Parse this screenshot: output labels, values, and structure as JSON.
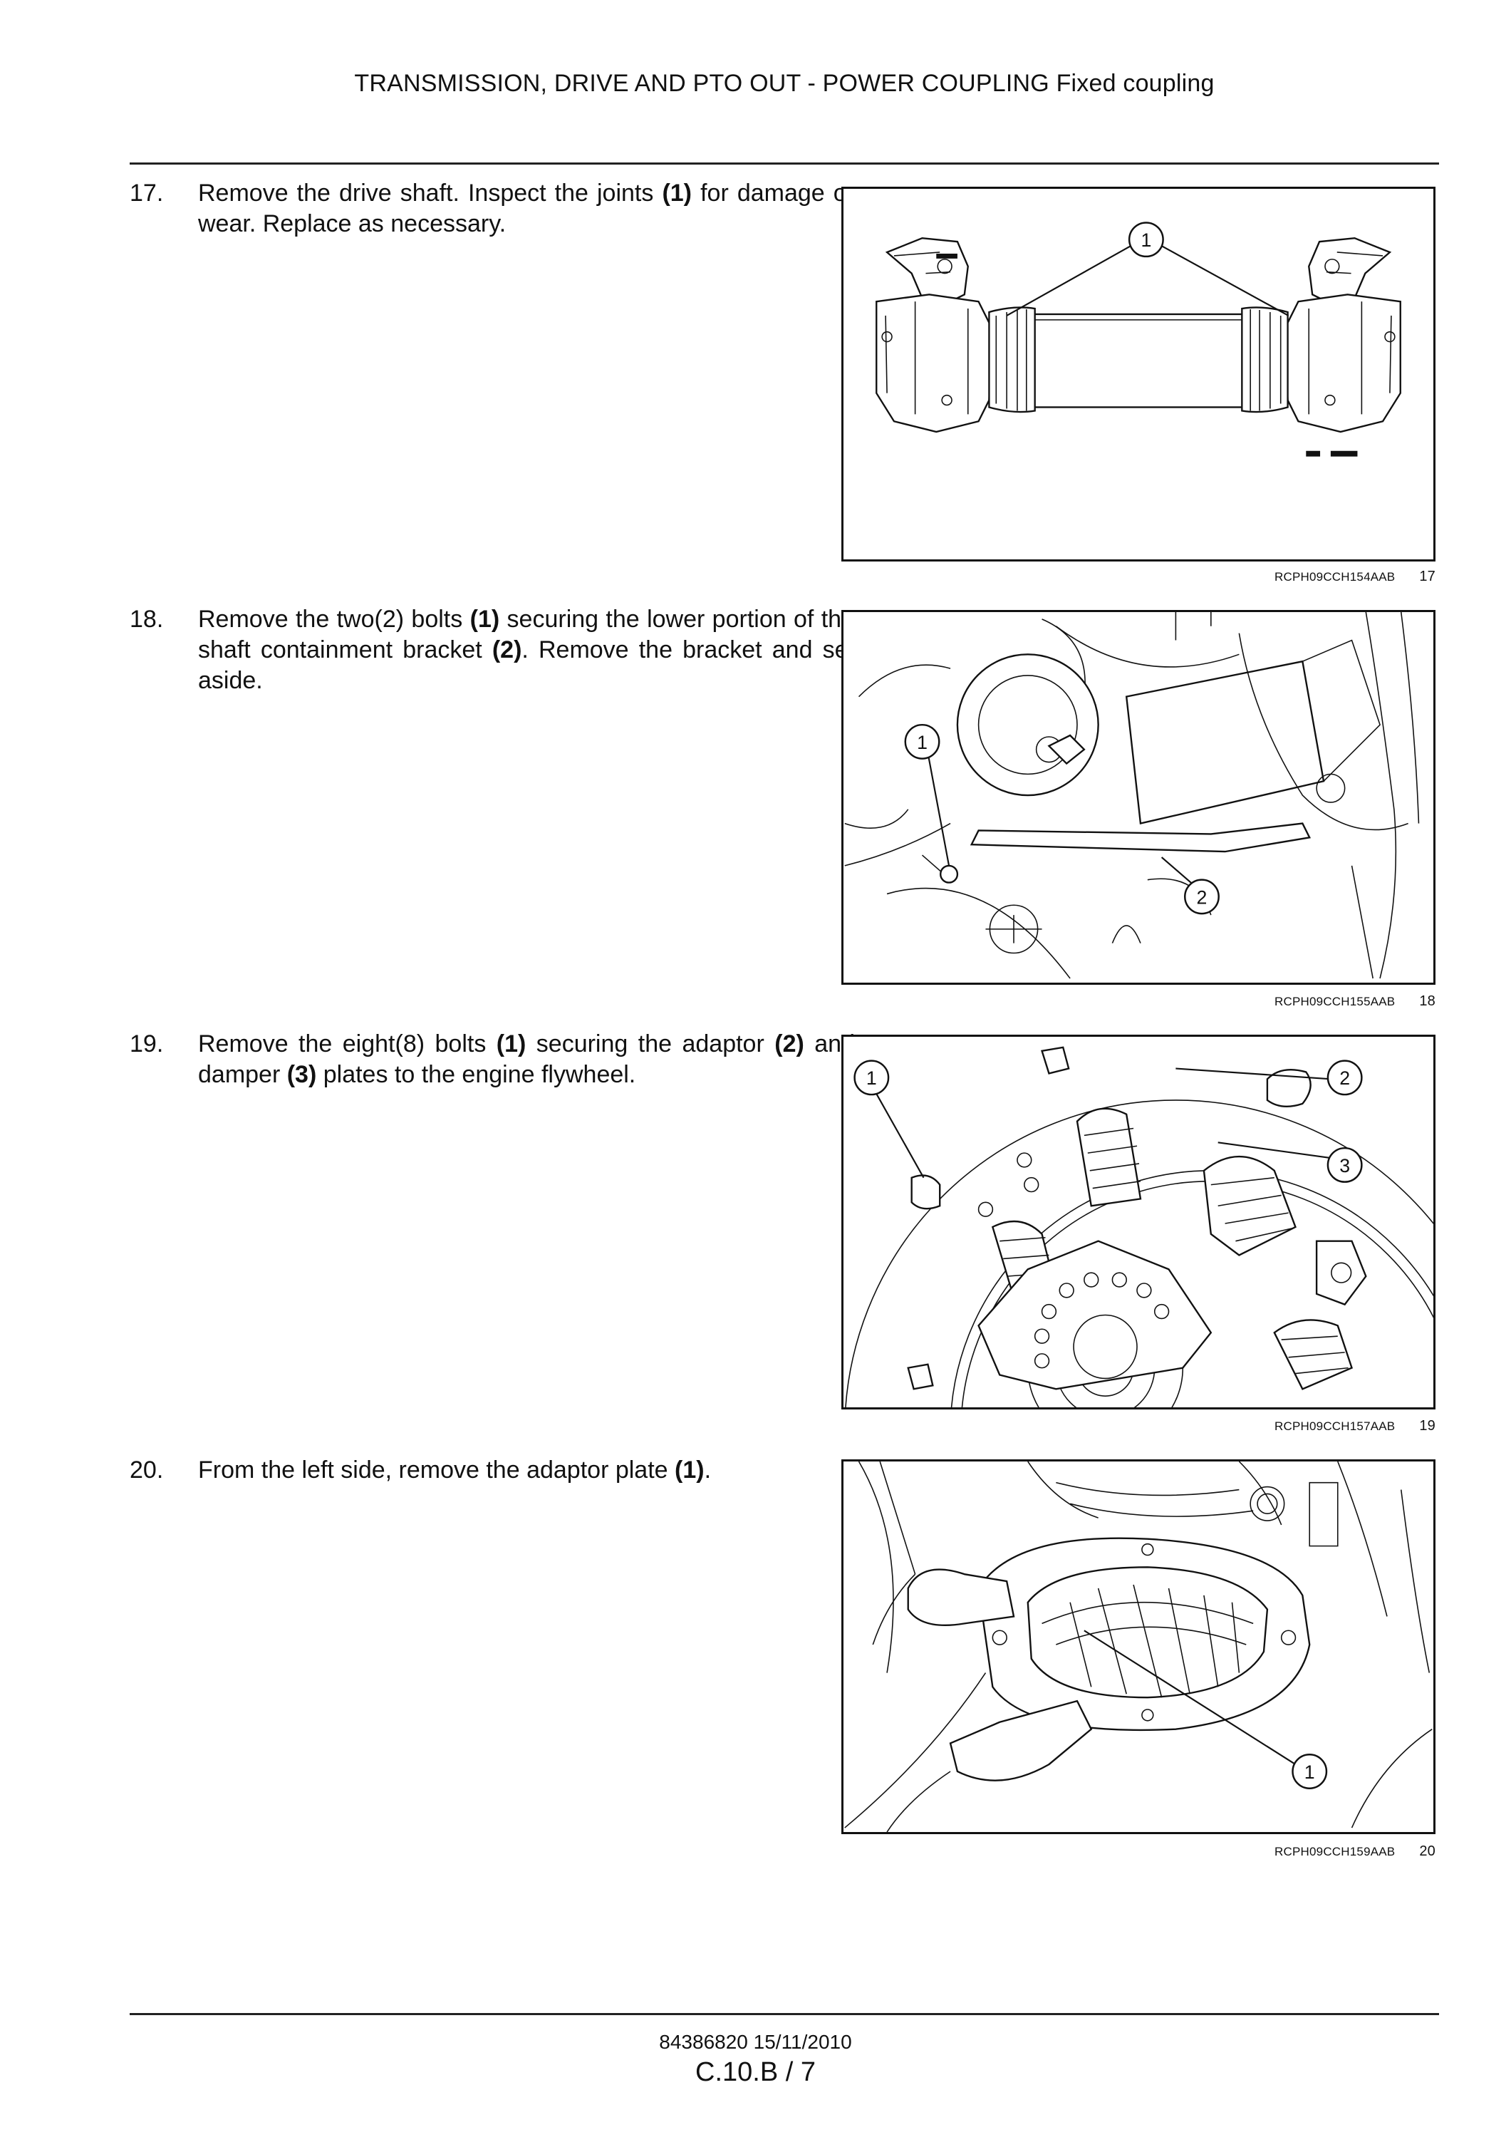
{
  "header": {
    "title": "TRANSMISSION, DRIVE AND PTO OUT - POWER COUPLING Fixed coupling"
  },
  "steps": [
    {
      "number": "17.",
      "segments": [
        "Remove the drive shaft.  Inspect the joints ",
        "(1)",
        " for damage or wear. Replace as necessary."
      ],
      "figure": {
        "code": "RCPH09CCH154AAB",
        "number": "17",
        "callouts": [
          "1"
        ]
      }
    },
    {
      "number": "18.",
      "segments": [
        "Remove the two(2) bolts ",
        "(1)",
        " securing the lower portion of the shaft containment bracket ",
        "(2)",
        ".  Remove the bracket and set aside."
      ],
      "figure": {
        "code": "RCPH09CCH155AAB",
        "number": "18",
        "callouts": [
          "1",
          "2"
        ]
      }
    },
    {
      "number": "19.",
      "segments": [
        "Remove the eight(8) bolts ",
        "(1)",
        " securing the adaptor ",
        "(2)",
        " and damper ",
        "(3)",
        " plates to the engine flywheel."
      ],
      "figure": {
        "code": "RCPH09CCH157AAB",
        "number": "19",
        "callouts": [
          "1",
          "2",
          "3"
        ]
      }
    },
    {
      "number": "20.",
      "segments": [
        "From the left side, remove the adaptor plate ",
        "(1)",
        "."
      ],
      "figure": {
        "code": "RCPH09CCH159AAB",
        "number": "20",
        "callouts": [
          "1"
        ]
      }
    }
  ],
  "footer": {
    "doc_code": "84386820 15/11/2010",
    "page": "C.10.B / 7"
  }
}
